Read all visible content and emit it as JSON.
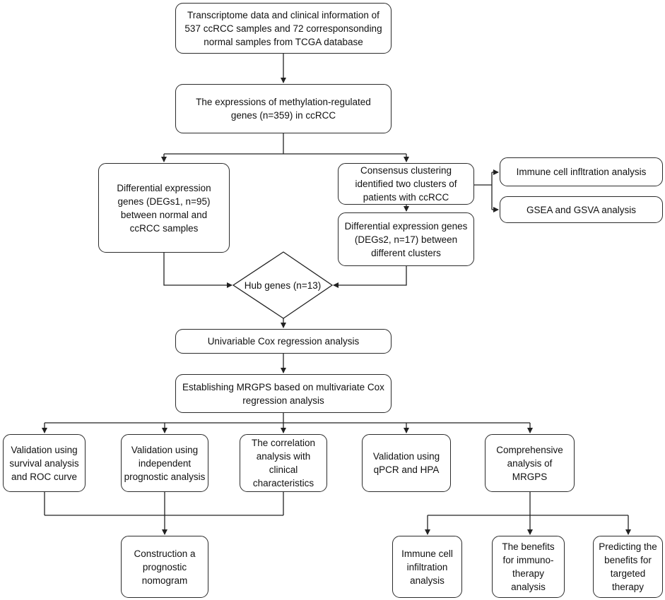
{
  "nodes": {
    "tcga": "Transcriptome data and clinical information of 537 ccRCC samples and 72 corresponsonding normal samples from TCGA database",
    "expressions": "The expressions of methylation-regulated genes (n=359) in ccRCC",
    "degs1": "Differential expression genes (DEGs1, n=95) between normal and ccRCC samples",
    "consensus": "Consensus clustering identified two clusters of patients with ccRCC",
    "immune_infiltration_top": "Immune cell infltration analysis",
    "gsea_gsva": "GSEA and GSVA analysis",
    "degs2": "Differential expression genes (DEGs2, n=17) between different clusters",
    "hub_genes": "Hub genes (n=13)",
    "univariable_cox": "Univariable Cox regression analysis",
    "mrgps": "Establishing MRGPS based on multivariate Cox regression analysis",
    "validation_survival": "Validation using survival analysis and ROC curve",
    "validation_independent": "Validation using independent prognostic analysis",
    "correlation_clinical": "The correlation analysis with clinical characteristics",
    "validation_qpcr": "Validation using qPCR and HPA",
    "comprehensive": "Comprehensive analysis of MRGPS",
    "nomogram": "Construction a prognostic nomogram",
    "immune_infiltration_bottom": "Immune cell infiltration analysis",
    "immunotherapy": "The benefits for immuno-therapy analysis",
    "targeted_therapy": "Predicting the benefits for targeted therapy"
  }
}
